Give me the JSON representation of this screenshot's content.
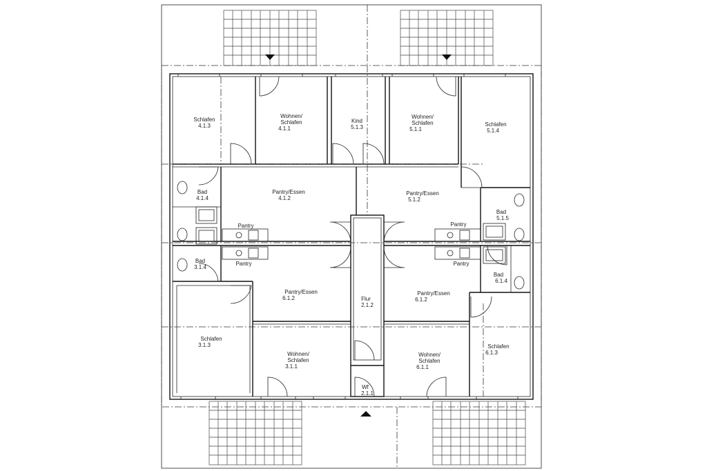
{
  "rooms": {
    "r413": {
      "name": "Schlafen",
      "num": "4.1.3"
    },
    "r411": {
      "name1": "Wohnen/",
      "name2": "Schlafen",
      "num": "4.1.1"
    },
    "r513": {
      "name": "Kind",
      "num": "5.1.3"
    },
    "r511": {
      "name1": "Wohnen/",
      "name2": "Schlafen",
      "num": "5.1.1"
    },
    "r514": {
      "name": "Schlafen",
      "num": "5.1.4"
    },
    "r414": {
      "name": "Bad",
      "num": "4.1.4"
    },
    "r412": {
      "name": "Pantry/Essen",
      "num": "4.1.2"
    },
    "r512": {
      "name": "Pantry/Essen",
      "num": "5.1.2"
    },
    "r515": {
      "name": "Bad",
      "num": "5.1.5"
    },
    "pantry_tl": {
      "name": "Pantry"
    },
    "pantry_tr": {
      "name": "Pantry"
    },
    "pantry_bl": {
      "name": "Pantry"
    },
    "pantry_br": {
      "name": "Pantry"
    },
    "r314": {
      "name": "Bad",
      "num": "3.1.4"
    },
    "r312": {
      "name": "Pantry/Essen",
      "num": "6.1.2"
    },
    "r212": {
      "name": "Flur",
      "num": "2.1.2"
    },
    "r612": {
      "name": "Pantry/Essen",
      "num": "6.1.2"
    },
    "r614": {
      "name": "Bad",
      "num": "6.1.4"
    },
    "r313": {
      "name": "Schlafen",
      "num": "3.1.3"
    },
    "r311": {
      "name1": "Wohnen/",
      "name2": "Schlafen",
      "num": "3.1.1"
    },
    "r611": {
      "name1": "Wohnen/",
      "name2": "Schlafen",
      "num": "6.1.1"
    },
    "r613": {
      "name": "Schlafen",
      "num": "6.1.3"
    },
    "r211": {
      "name": "Wf",
      "num": "2.1.1"
    }
  },
  "colors": {
    "line": "#111111",
    "background": "#ffffff"
  },
  "icons": [
    "entrance-arrow-down-icon",
    "entrance-arrow-up-icon",
    "door-swing-icon",
    "toilet-icon",
    "sink-icon",
    "stove-icon"
  ]
}
